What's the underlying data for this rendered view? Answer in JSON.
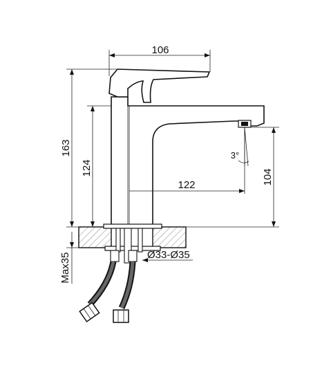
{
  "dimensions": {
    "top_width": "106",
    "total_height": "163",
    "body_height": "124",
    "spout_reach": "122",
    "spout_height": "104",
    "angle": "3°",
    "hole_diameter": "Ø33-Ø35",
    "max_thickness": "Max35"
  },
  "colors": {
    "line": "#111111",
    "hatch": "#555555",
    "background": "#ffffff"
  }
}
